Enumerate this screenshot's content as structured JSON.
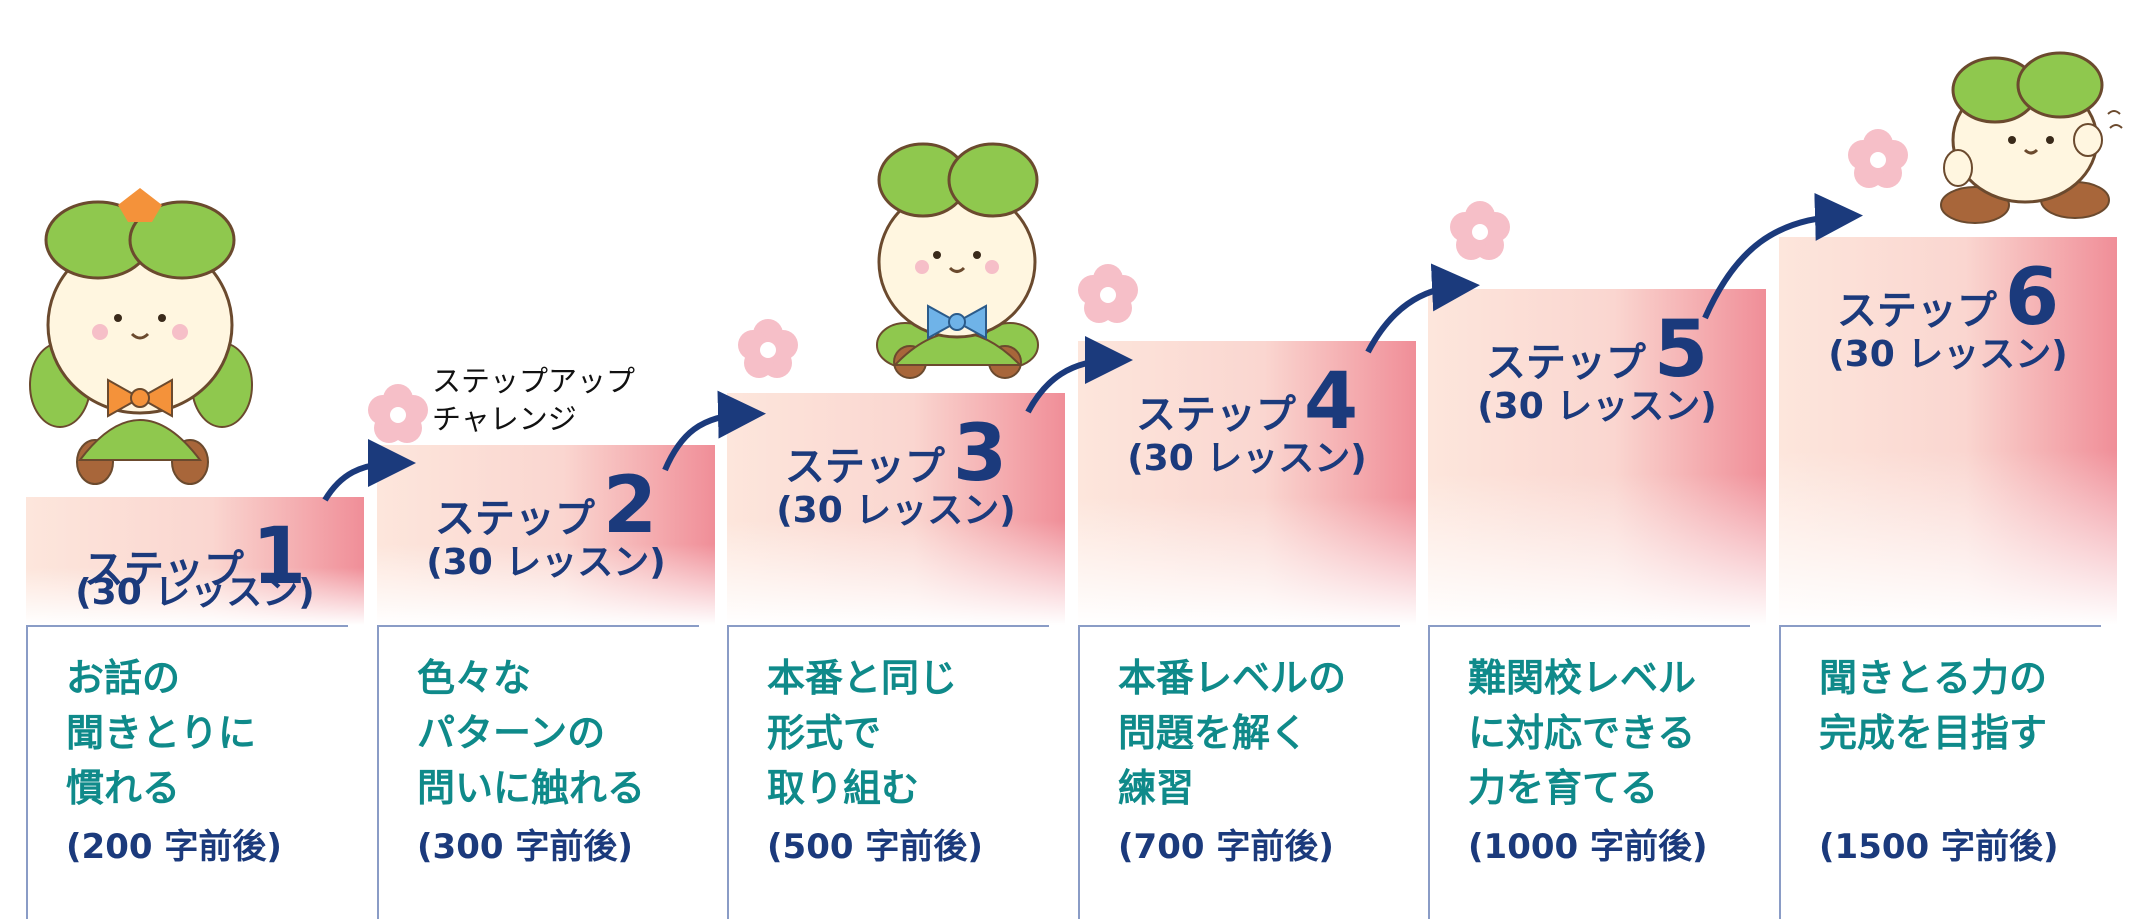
{
  "steps": [
    {
      "word": "ステップ",
      "num": "1",
      "lessons": "(30 レッスン)",
      "lines": [
        "お話の",
        "聞きとりに",
        "慣れる"
      ],
      "count": "(200 字前後)"
    },
    {
      "word": "ステップ",
      "num": "2",
      "lessons": "(30 レッスン)",
      "lines": [
        "色々な",
        "パターンの",
        "問いに触れる"
      ],
      "count": "(300 字前後)"
    },
    {
      "word": "ステップ",
      "num": "3",
      "lessons": "(30 レッスン)",
      "lines": [
        "本番と同じ",
        "形式で",
        "取り組む"
      ],
      "count": "(500 字前後)"
    },
    {
      "word": "ステップ",
      "num": "4",
      "lessons": "(30 レッスン)",
      "lines": [
        "本番レベルの",
        "問題を解く",
        "練習"
      ],
      "count": "(700 字前後)"
    },
    {
      "word": "ステップ",
      "num": "5",
      "lessons": "(30 レッスン)",
      "lines": [
        "難関校レベル",
        "に対応できる",
        "力を育てる"
      ],
      "count": "(1000 字前後)"
    },
    {
      "word": "ステップ",
      "num": "6",
      "lessons": "(30 レッスン)",
      "lines": [
        "聞きとる力の",
        "完成を目指す"
      ],
      "count": "(1500 字前後)"
    }
  ],
  "challenge": {
    "line1": "ステップアップ",
    "line2": "チャレンジ"
  },
  "colors": {
    "navy": "#1b3a7c",
    "teal": "#0f8a8a",
    "pink": "#f08e98",
    "leaf": "#8fc84e"
  }
}
